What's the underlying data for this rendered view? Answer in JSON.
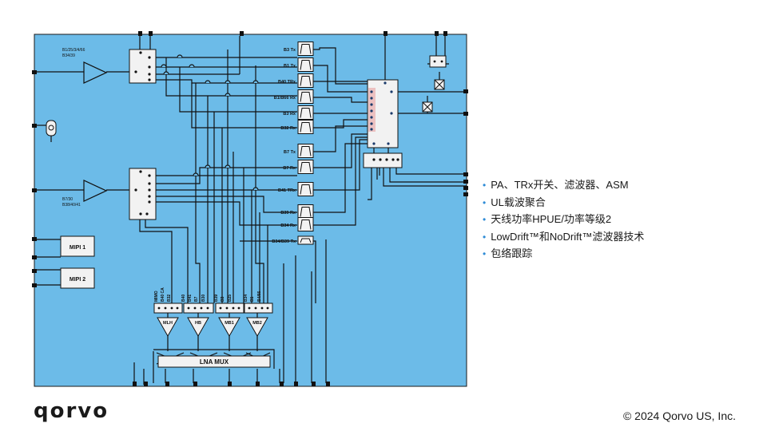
{
  "diagram": {
    "pa_top_bands": "B1/25/3/4/66\nB34/39",
    "pa_bottom_bands": "B7/30\nB38/40/41",
    "filters": [
      "B3 Tx",
      "B1 Tx",
      "B40 TRx",
      "B1/B66 Rx",
      "B3 Rx",
      "B32 Rx",
      "B7 Tx",
      "B7 Rx",
      "B41 TRx",
      "B39 Rx",
      "B34 Rx",
      "B34/B39 Tx"
    ],
    "mipi": [
      "MIPI 1",
      "MIPI 2"
    ],
    "lna_port_labels": [
      "MIMO",
      "B40 CA",
      "B32",
      "B40",
      "B41",
      "B7",
      "B30",
      "B39",
      "B3",
      "B25",
      "B34",
      "B1",
      "B4/66"
    ],
    "lnas": [
      "MLH",
      "HB",
      "MB1",
      "MB2"
    ],
    "lna_mux": "LNA MUX"
  },
  "features": [
    "PA、TRx开关、滤波器、ASM",
    "UL载波聚合",
    "天线功率HPUE/功率等级2",
    "LowDrift™和NoDrift™滤波器技术",
    "包络跟踪"
  ],
  "brand": {
    "logo_text": "qorvo",
    "copyright": "© 2024 Qorvo US, Inc."
  },
  "colors": {
    "block_bg": "#6cbbe8",
    "line": "#111111",
    "box_fill": "#f2f2f2",
    "bullet": "#2e8bd6"
  }
}
